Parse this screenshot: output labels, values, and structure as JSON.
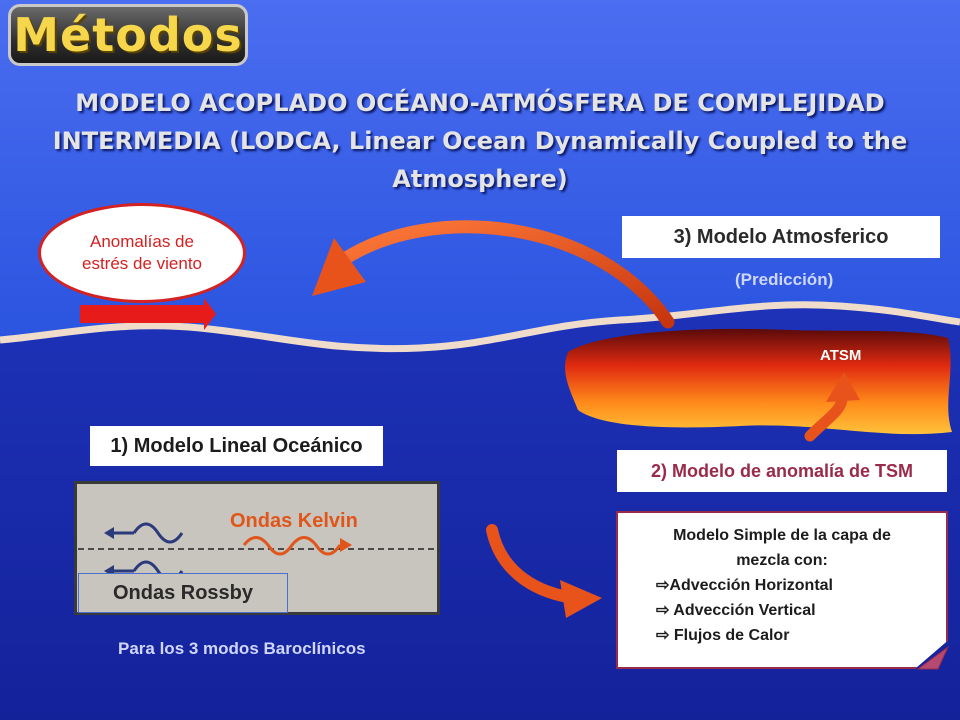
{
  "title": "Métodos",
  "heading": {
    "line1": "MODELO ACOPLADO OCÉANO-ATMÓSFERA DE COMPLEJIDAD",
    "line2": "INTERMEDIA (LODCA, Linear Ocean Dynamically Coupled to the",
    "line3": "Atmosphere)"
  },
  "wind_stress": {
    "line1": "Anomalías de",
    "line2": "estrés de viento"
  },
  "atmos_model": {
    "label": "3) Modelo Atmosferico",
    "subtitle": "(Predicción)"
  },
  "atsm_label": "ATSM",
  "ocean_model": {
    "label": "1) Modelo Lineal Oceánico",
    "kelvin": "Ondas Kelvin",
    "rossby": "Ondas Rossby",
    "caption": "Para los 3 modos Baroclínicos"
  },
  "sst_model": {
    "label": "2) Modelo de anomalía de TSM",
    "desc_line1": "Modelo Simple de la capa de",
    "desc_line2": "mezcla  con:",
    "items": [
      "Advección Horizontal",
      " Advección Vertical",
      " Flujos de Calor"
    ]
  },
  "icons": {
    "item_bullet": "arrow-right-outline-icon"
  },
  "colors": {
    "sky": "#2c55e0",
    "ocean": "#1a2cae",
    "arrow": "#e8531c",
    "wind_arrow": "#e81b1b",
    "title_text": "#f6d64b"
  }
}
